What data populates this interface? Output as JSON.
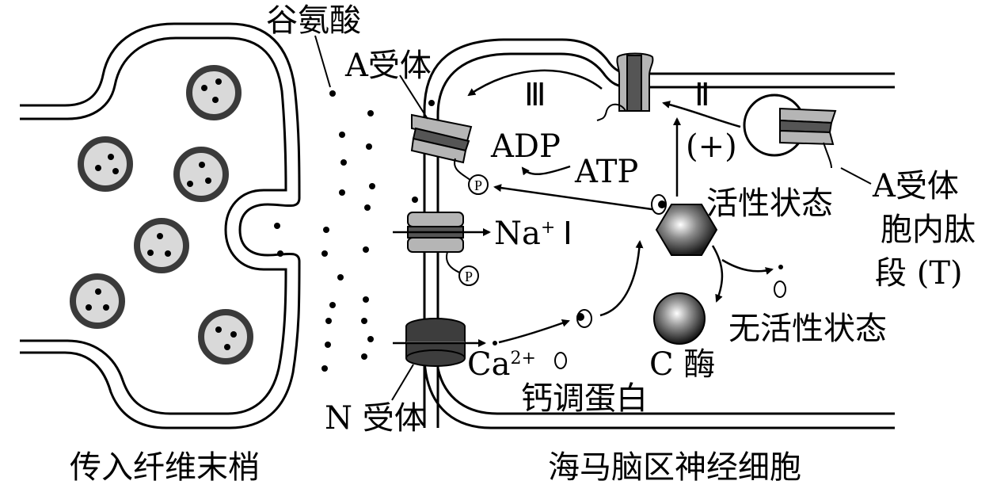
{
  "labels": {
    "glutamate": "谷氨酸",
    "a_receptor_top": "A受体",
    "adp": "ADP",
    "atp": "ATP",
    "roman_3": "Ⅲ",
    "roman_2": "Ⅱ",
    "plus": "(+)",
    "a_receptor_right": "A受体",
    "intracellular_line1": "胞内肽",
    "intracellular_line2": "段 (T)",
    "active_state": "活性状态",
    "na": "Na",
    "na_charge": "+",
    "roman_1": "Ⅰ",
    "inactive_state": "无活性状态",
    "ca": "Ca",
    "ca_charge": "2+",
    "enzyme_c": "C 酶",
    "calmodulin": "钙调蛋白",
    "n_receptor": "N 受体",
    "afferent": "传入纤维末梢",
    "hippocampus": "海马脑区神经细胞",
    "phosphate": "P"
  },
  "colors": {
    "vesicle_ring": "#3a3a3a",
    "vesicle_fill": "#d9d9d9",
    "receptor_light": "#b5b5b5",
    "receptor_dark": "#555555",
    "n_receptor": "#3d3d3d"
  }
}
